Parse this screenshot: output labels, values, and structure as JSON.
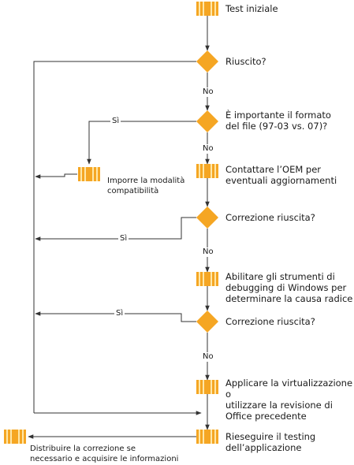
{
  "colors": {
    "shape": "#f5a623",
    "shape_stripe": "#ffe7a8",
    "line": "#333333"
  },
  "steps": {
    "start": "Test iniziale",
    "dec1": "Riuscito?",
    "dec2": "È importante il formato\ndel file (97-03 vs. 07)?",
    "compat": "Imporre la modalità\ncompatibilità",
    "oem": "Contattare l’OEM per\neventuali aggiornamenti",
    "dec3": "Correzione riuscita?",
    "debug": "Abilitare gli strumenti di\ndebugging di Windows per\ndeterminare la causa radice",
    "dec4": "Correzione riuscita?",
    "virt": "Applicare la virtualizzazione o\nutilizzare la revisione di\nOffice precedente",
    "retest": "Rieseguire il testing\ndell’applicazione",
    "distrib": "Distribuire la correzione se\nnecessario e acquisire le informazioni"
  },
  "edges": {
    "no1": "No",
    "si2": "Sì",
    "no2": "No",
    "si3": "Sì",
    "no3": "No",
    "si4": "Sì",
    "no4": "No"
  }
}
